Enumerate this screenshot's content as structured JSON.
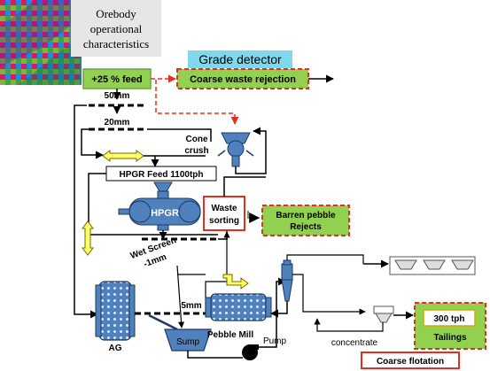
{
  "orebody": {
    "line1": "Orebody",
    "line2": "operational",
    "line3": "characteristics"
  },
  "grade_detector": "Grade detector",
  "feed": "+25 % feed",
  "coarse_waste": "Coarse waste rejection",
  "screen_50": "50mm",
  "screen_20": "20mm",
  "cone": {
    "line1": "Cone",
    "line2": "crush"
  },
  "hpgr_feed": "HPGR Feed 1100tph",
  "hpgr": "HPGR",
  "waste_sorting": {
    "line1": "Waste",
    "line2": "sorting"
  },
  "barren": {
    "line1": "Barren pebble",
    "line2": "Rejects"
  },
  "wet_screen": {
    "line1": "Wet Screen",
    "line2": "-1mm"
  },
  "screen_5": "5mm",
  "ag": "AG",
  "sump": "Sump",
  "pump": "Pump",
  "pebble_mill": "Pebble Mill",
  "concentrate": "concentrate",
  "coarse_flotation": "Coarse flotation",
  "tph": "300 tph",
  "tailings": "Tailings",
  "colors": {
    "green_box": "#92d050",
    "red_dash": "#e03020",
    "blue_equipment": "#4f81bd",
    "yellow_arrow": "#ffff66",
    "grade_bg": "#7fd8ec"
  }
}
